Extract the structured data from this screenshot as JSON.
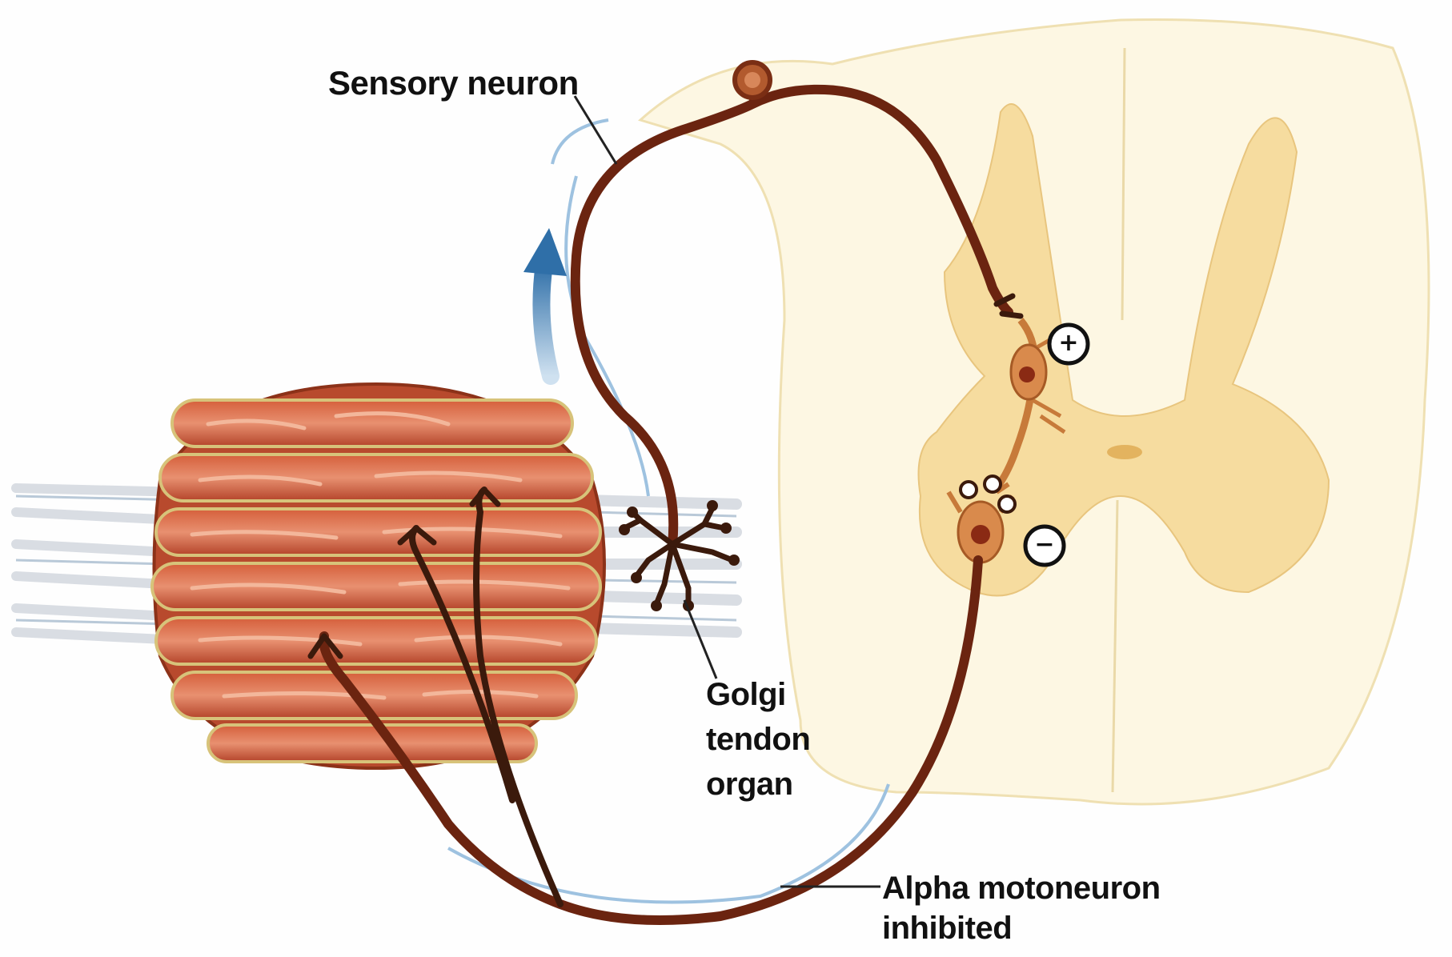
{
  "labels": {
    "sensory_neuron": "Sensory neuron",
    "golgi": [
      "Golgi",
      "tendon",
      "organ"
    ],
    "alpha": [
      "Alpha motoneuron",
      "inhibited"
    ]
  },
  "signs": {
    "excitatory": "+",
    "inhibitory": "−"
  },
  "colors": {
    "muscle": "#c0502e",
    "muscle_light": "#e98a67",
    "neuron": "#6b2410",
    "grey_matter": "#f6dc9f",
    "arrow": "#3f7fb3"
  }
}
